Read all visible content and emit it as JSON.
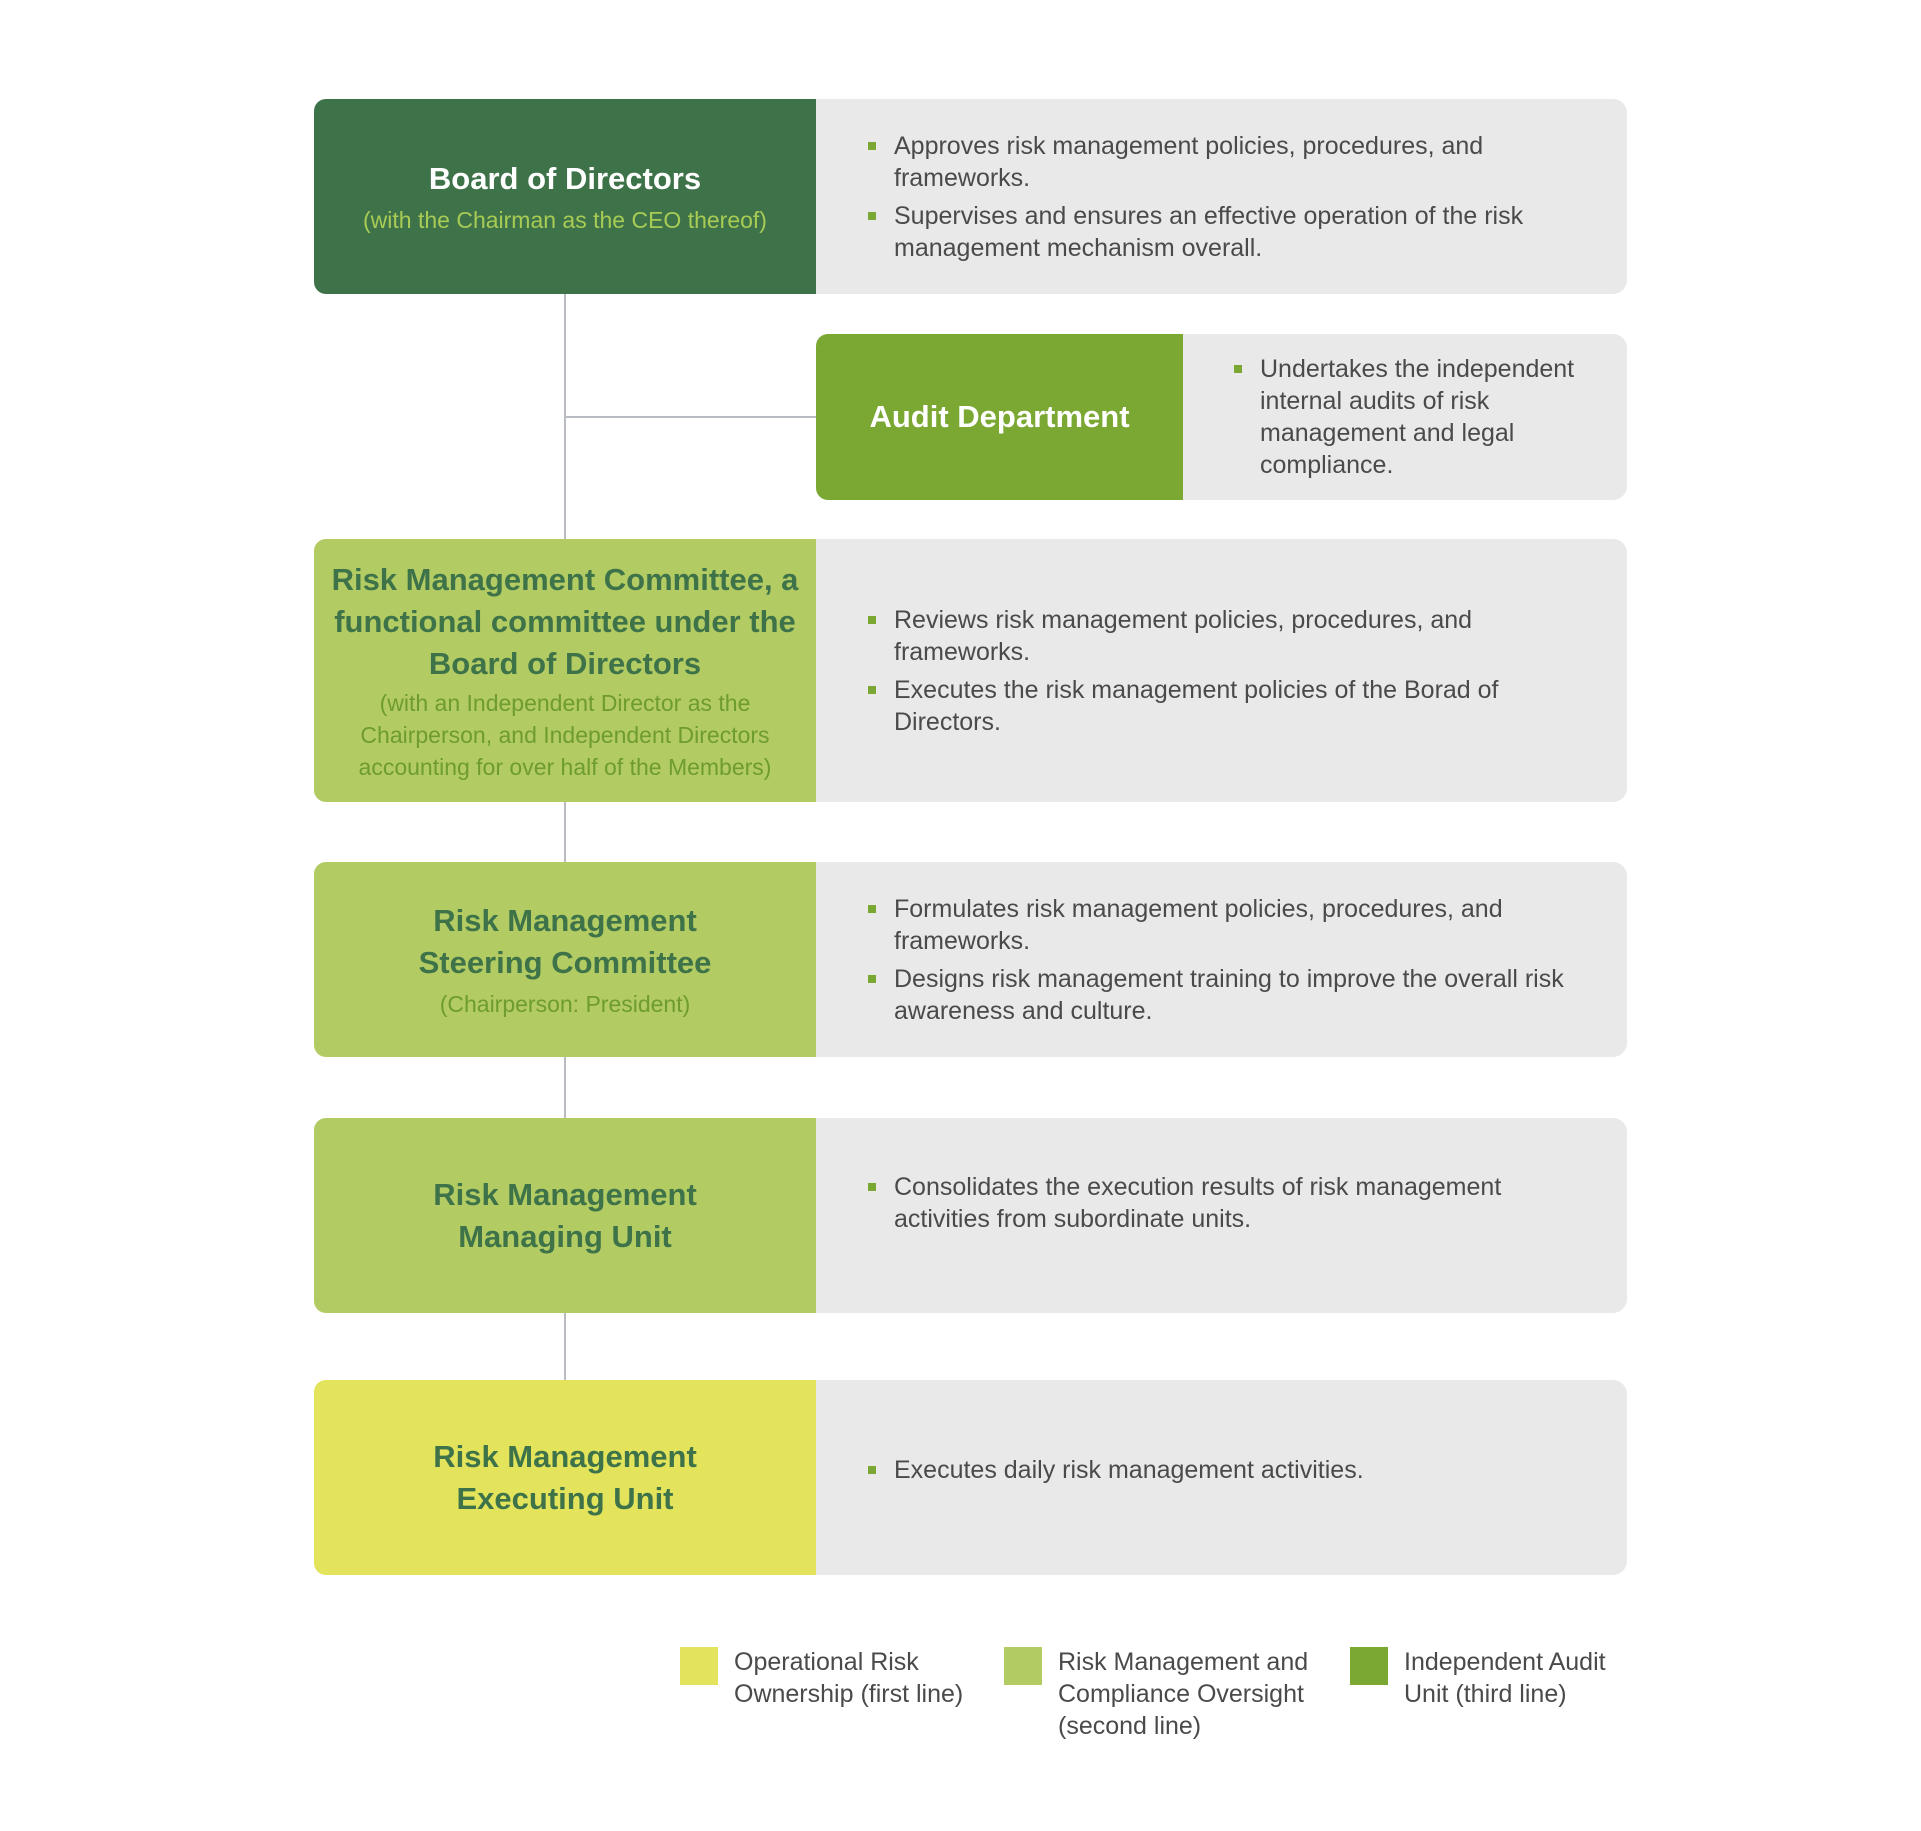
{
  "colors": {
    "board": "#3e734a",
    "audit": "#7aa832",
    "second_line": "#b2cb62",
    "first_line": "#e3e45b",
    "panel": "#e9e9e9",
    "connector": "#b9bcc2"
  },
  "nodes": {
    "board": {
      "title": "Board of Directors",
      "subtitle": "(with the Chairman as the CEO thereof)",
      "items": [
        "Approves risk management policies, procedures, and frameworks.",
        "Supervises and ensures an effective operation of the risk management mechanism overall."
      ]
    },
    "audit": {
      "title": "Audit Department",
      "items": [
        "Undertakes the independent internal audits of risk management and legal compliance."
      ]
    },
    "committee": {
      "title": "Risk Management Committee, a functional committee under the Board of Directors",
      "subtitle": "(with an Independent Director as the Chairperson, and Independent Directors accounting for over half of the Members)",
      "items": [
        "Reviews risk management policies, procedures, and frameworks.",
        "Executes the risk management policies of the Borad of Directors."
      ]
    },
    "steering": {
      "title": "Risk Management Steering Committee",
      "subtitle": "(Chairperson: President)",
      "items": [
        "Formulates risk management policies, procedures, and frameworks.",
        "Designs risk management training to improve the overall risk awareness and culture."
      ]
    },
    "managing": {
      "title": "Risk Management Managing Unit",
      "items": [
        "Consolidates the execution results of risk management activities from subordinate units."
      ]
    },
    "executing": {
      "title": "Risk Management Executing Unit",
      "items": [
        "Executes daily risk management activities."
      ]
    }
  },
  "legend": [
    {
      "label": "Operational Risk Ownership (first line)",
      "color": "#e3e45b"
    },
    {
      "label": "Risk Management and Compliance Oversight (second line)",
      "color": "#b2cb62"
    },
    {
      "label": "Independent Audit Unit (third line)",
      "color": "#7aa832"
    }
  ]
}
